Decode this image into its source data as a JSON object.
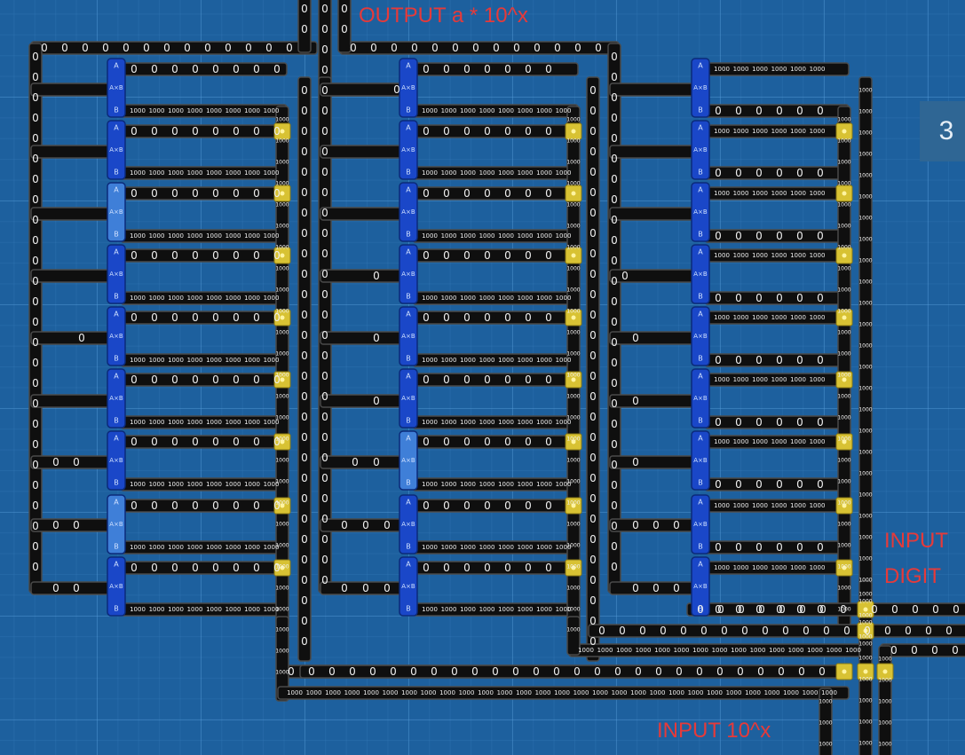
{
  "labels": {
    "output": "OUTPUT a * 10^x",
    "input_digit_line1": "INPUT",
    "input_digit_line2": "DIGIT",
    "input_power": "INPUT 10^x"
  },
  "level_badge": "3",
  "values": {
    "zero": "0",
    "thousand": "1000"
  },
  "multiplier": {
    "label_a": "A",
    "label_op": "A×B",
    "label_b": "B"
  },
  "columns": [
    {
      "name": "left",
      "multiplier_count": 9
    },
    {
      "name": "middle",
      "multiplier_count": 9
    },
    {
      "name": "right",
      "multiplier_count": 9
    }
  ],
  "colors": {
    "background": "#1d609e",
    "wire": "#0f0f0f",
    "wire_edge": "#4a4a4a",
    "multiplier": "#1a47c8",
    "junction": "#d8c233",
    "label": "#e53a3a"
  }
}
